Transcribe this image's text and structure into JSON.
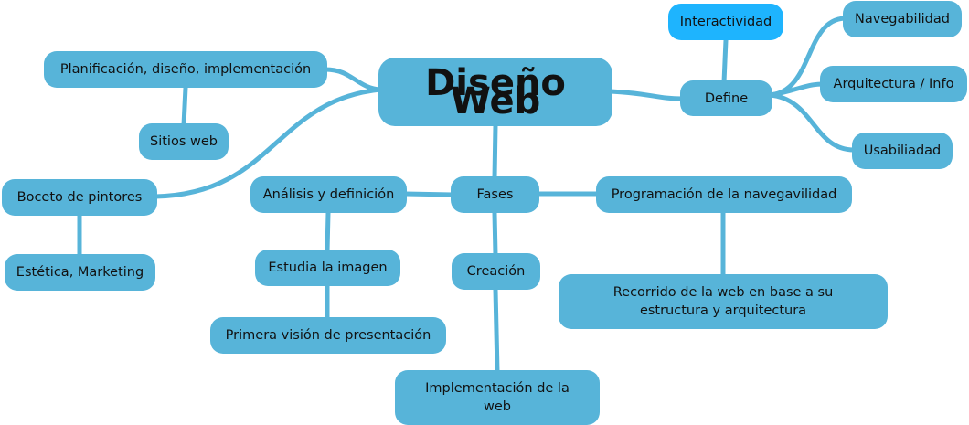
{
  "colors": {
    "node": "#57b4d9",
    "highlight": "#1eb4fe",
    "link": "#57b4d9"
  },
  "central": "Diseño Web",
  "nodes": {
    "interactividad": "Interactividad",
    "define": "Define",
    "navegabilidad": "Navegabilidad",
    "arquitectura": "Arquitectura / Info",
    "usabilidad": "Usabiliadad",
    "planificacion": "Planificación, diseño, implementación",
    "sitios": "Sitios web",
    "boceto": "Boceto de pintores",
    "estetica": "Estética, Marketing",
    "analisis": "Análisis y definición",
    "fases": "Fases",
    "programacion": "Programación de la navegavilidad",
    "estudia": "Estudia la imagen",
    "primera": "Primera visión de presentación",
    "creacion": "Creación",
    "recorrido": "Recorrido de la web en base a su estructura y arquitectura",
    "implementacion": "Implementación de la web"
  }
}
